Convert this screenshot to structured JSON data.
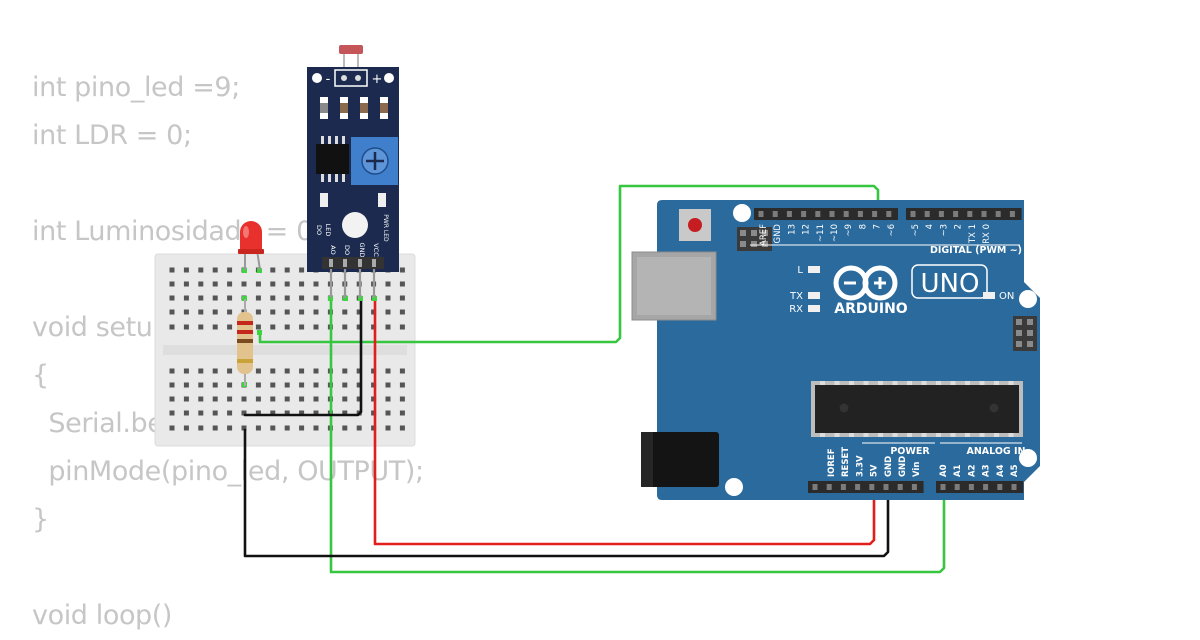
{
  "code_lines": [
    "int pino_led =9;",
    "int LDR = 0;",
    "",
    "int Luminosidade = 0;",
    "",
    "void setup()",
    "{",
    "  Serial.begin(9600);",
    "  pinMode(pino_led, OUTPUT);",
    "}",
    "",
    "void loop()"
  ],
  "ldr_module": {
    "top_labels": [
      "-",
      "+"
    ],
    "left_led_label": "LED",
    "left_pin_label": "DO",
    "right_led_label": "PWR LED",
    "pin_labels": [
      "AO",
      "DO",
      "GND",
      "VCC"
    ]
  },
  "arduino": {
    "digital_pin_labels": [
      "AREF",
      "GND",
      "13",
      "12",
      "~11",
      "~10",
      "~9",
      "8",
      "7",
      "~6",
      "~5",
      "4",
      "~3",
      "2",
      "TX 1",
      "RX 0"
    ],
    "digital_title": "DIGITAL (PWM ~)",
    "led_labels": [
      "L",
      "TX",
      "RX"
    ],
    "brand": "ARDUINO",
    "model": "UNO",
    "on_label": "ON",
    "power_title": "POWER",
    "analog_title": "ANALOG IN",
    "power_pin_labels": [
      "IOREF",
      "RESET",
      "3.3V",
      "5V",
      "GND",
      "GND",
      "Vin"
    ],
    "analog_pin_labels": [
      "A0",
      "A1",
      "A2",
      "A3",
      "A4",
      "A5"
    ]
  },
  "colors": {
    "board_blue": "#2b6a9c",
    "wire_green": "#37c63f",
    "wire_red": "#e31c1c",
    "wire_black": "#111111",
    "module_navy": "#1b2a4e",
    "pot_blue": "#3f7fcc",
    "led_red": "#e8312c",
    "code_gray": "#c6c6c6"
  }
}
